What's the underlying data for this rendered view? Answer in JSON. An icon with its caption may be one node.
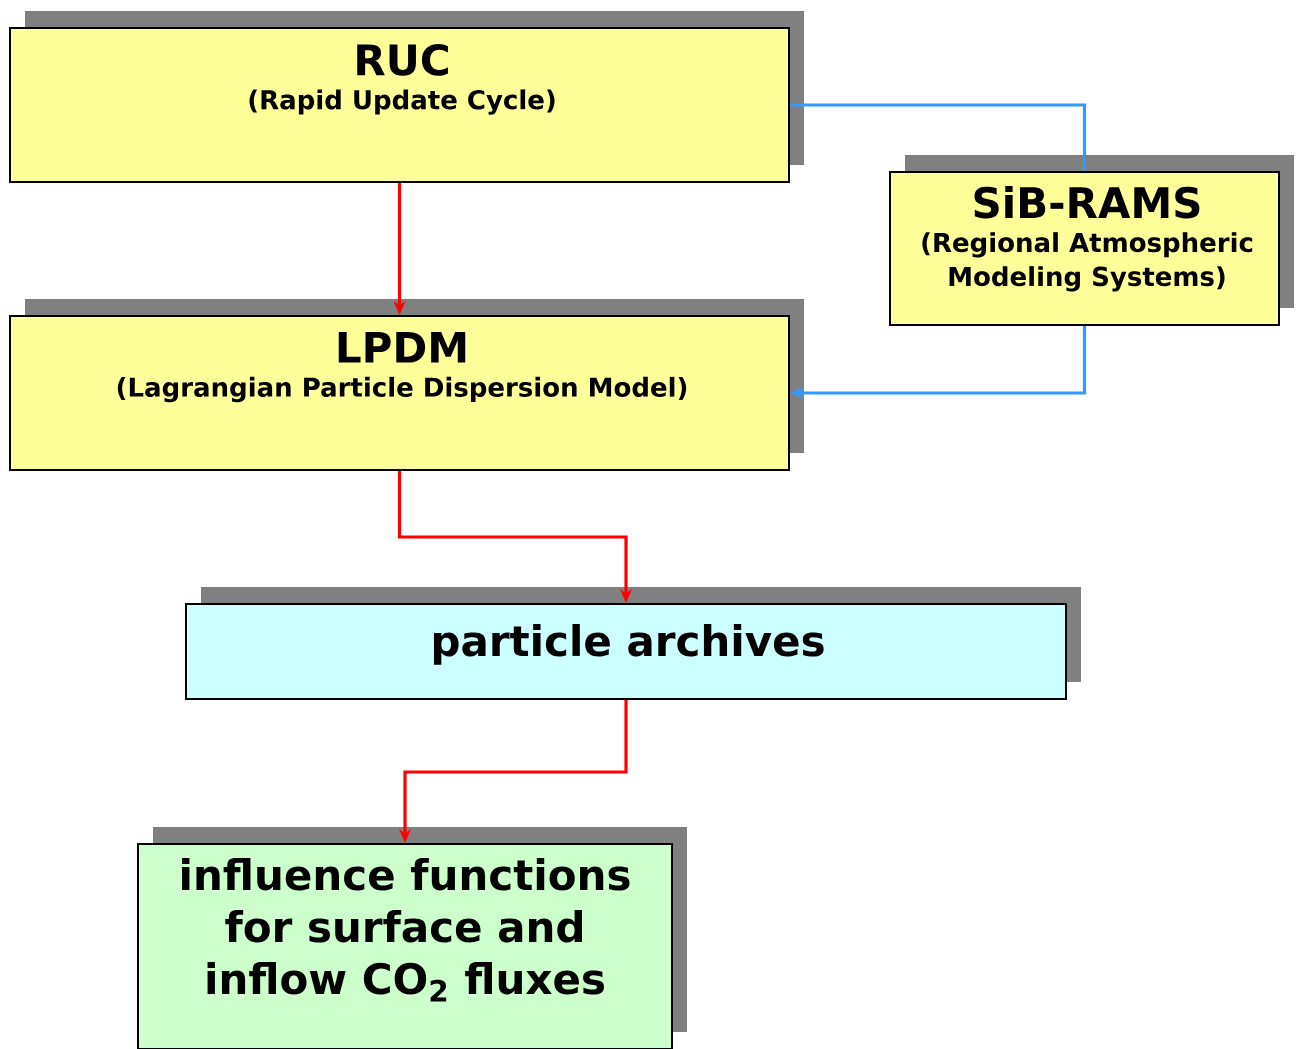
{
  "diagram": {
    "nodes": [
      {
        "text": [
          "RUC",
          "(Rapid Update Cycle)"
        ]
      },
      {
        "text": [
          "SiB-RAMS",
          "(Regional Atmospheric Modeling Systems)"
        ]
      },
      {
        "text": [
          "LPDM",
          "(Lagrangian Particle Dispersion Model)"
        ]
      },
      {
        "text": [
          "particle archives"
        ]
      },
      {
        "text": [
          "influence functions for surface and inflow CO$_{2}$ fluxes"
        ]
      }
    ],
    "edges": [
      {
        "from": 0,
        "to": 2,
        "arrow": "to"
      },
      {
        "from": 0,
        "to": 1,
        "arrow": "none",
        "color": "#3399ff"
      },
      {
        "from": 1,
        "to": 2,
        "arrow": "to",
        "color": "#3399ff"
      },
      {
        "from": 2,
        "to": 3,
        "arrow": "to"
      },
      {
        "from": 3,
        "to": 4,
        "arrow": "to"
      }
    ]
  }
}
